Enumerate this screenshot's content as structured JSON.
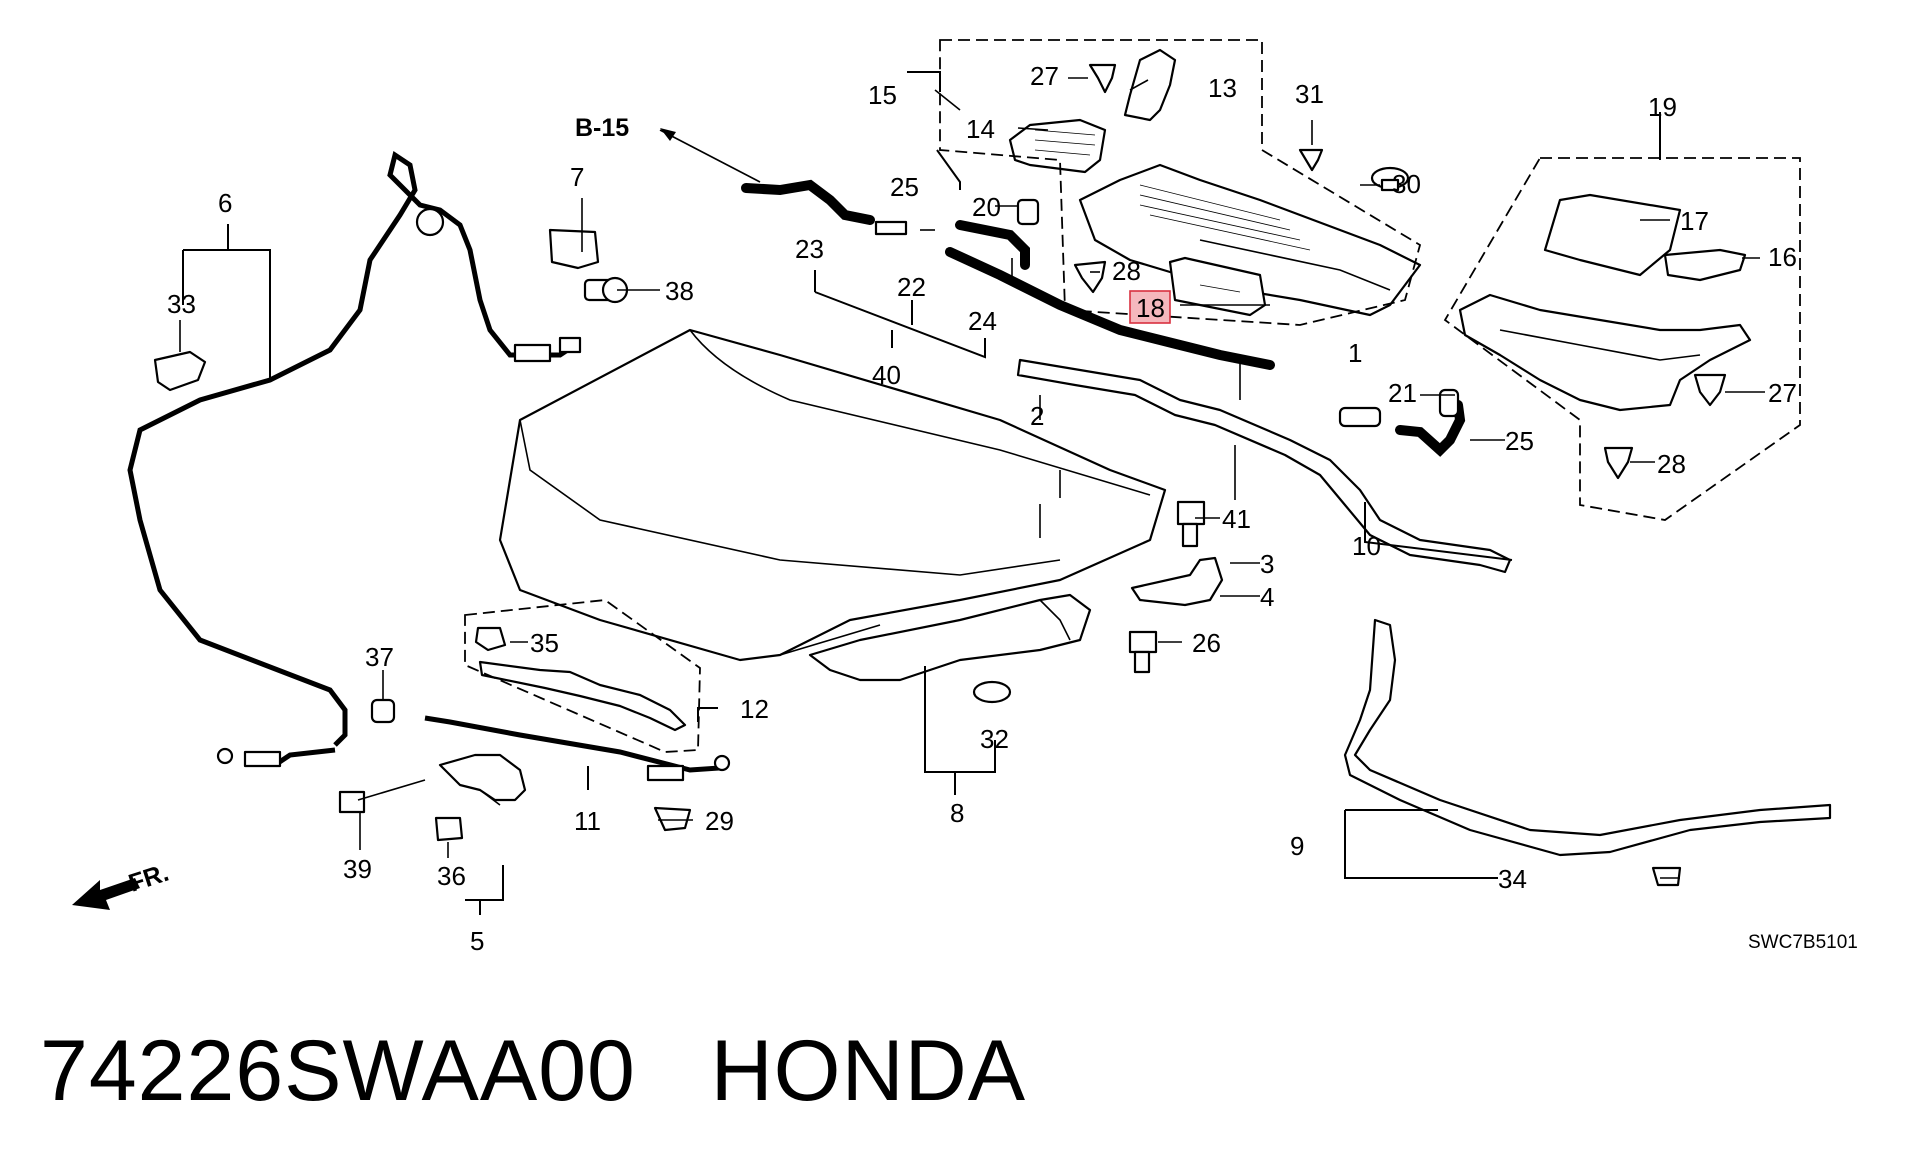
{
  "diagram": {
    "reference": "B-15",
    "direction": "FR.",
    "drawing_code": "SWC7B5101",
    "highlighted_callout": "18",
    "highlight_color": "#f5b8bd",
    "callouts": {
      "c1": "1",
      "c2": "2",
      "c3": "3",
      "c4": "4",
      "c5": "5",
      "c6": "6",
      "c7": "7",
      "c8": "8",
      "c9": "9",
      "c10": "10",
      "c11": "11",
      "c12": "12",
      "c13": "13",
      "c14": "14",
      "c15": "15",
      "c16": "16",
      "c17": "17",
      "c18": "18",
      "c19": "19",
      "c20": "20",
      "c21": "21",
      "c22": "22",
      "c23": "23",
      "c24": "24",
      "c25a": "25",
      "c25b": "25",
      "c26": "26",
      "c27a": "27",
      "c27b": "27",
      "c28a": "28",
      "c28b": "28",
      "c29": "29",
      "c30": "30",
      "c31": "31",
      "c32": "32",
      "c33": "33",
      "c34": "34",
      "c35": "35",
      "c36": "36",
      "c37": "37",
      "c38": "38",
      "c39": "39",
      "c40": "40",
      "c41": "41"
    }
  },
  "footer": {
    "part_number": "74226SWAA00",
    "brand": "HONDA"
  }
}
